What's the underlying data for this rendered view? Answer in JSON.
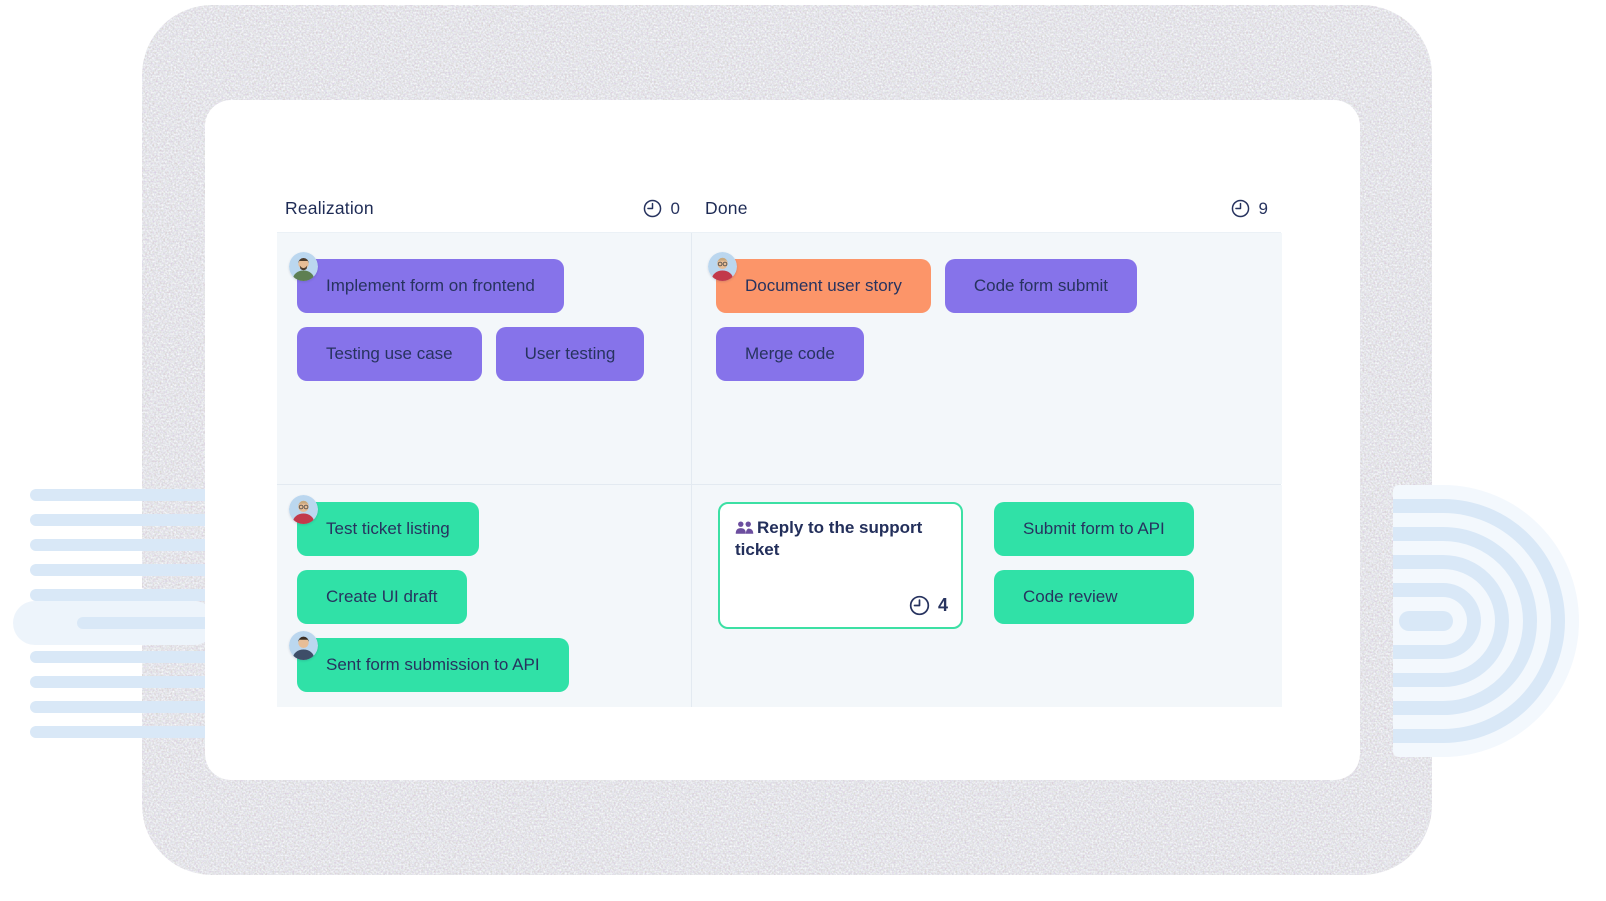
{
  "board": {
    "columns": [
      {
        "title": "Realization",
        "count": "0",
        "count_icon": "clock-icon",
        "lanes": [
          {
            "rows": [
              [
                {
                  "label": "Implement form on frontend",
                  "color": "purple",
                  "avatar": "man-green-shirt"
                }
              ],
              [
                {
                  "label": "Testing use case",
                  "color": "purple"
                },
                {
                  "label": "User testing",
                  "color": "purple"
                }
              ]
            ]
          },
          {
            "rows": [
              [
                {
                  "label": "Test ticket listing",
                  "color": "green",
                  "avatar": "man-red-shirt"
                }
              ],
              [
                {
                  "label": "Create UI draft",
                  "color": "green"
                }
              ],
              [
                {
                  "label": "Sent form submission to API",
                  "color": "green",
                  "avatar": "man-dark-shirt"
                }
              ]
            ]
          }
        ]
      },
      {
        "title": "Done",
        "count": "9",
        "count_icon": "clock-icon",
        "lanes": [
          {
            "rows": [
              [
                {
                  "label": "Document user story",
                  "color": "orange",
                  "avatar": "man-red-shirt"
                },
                {
                  "label": "Code form submit",
                  "color": "purple"
                }
              ],
              [
                {
                  "label": "Merge code",
                  "color": "purple"
                }
              ]
            ]
          },
          {
            "ticket": {
              "title": "Reply to the support ticket",
              "hours": "4",
              "title_icon": "people-icon",
              "hours_icon": "clock-icon"
            },
            "stack": [
              {
                "label": "Submit form to API",
                "color": "green"
              },
              {
                "label": "Code review",
                "color": "green"
              }
            ]
          }
        ]
      }
    ]
  },
  "colors": {
    "card_purple": "#8673EA",
    "card_green": "#30E1A7",
    "card_orange": "#FC9569",
    "text_navy": "#27335F",
    "header_navy": "#1E2B55",
    "ticket_border_green": "#3CE0A4",
    "people_icon_purple": "#6C4E9F",
    "cell_background": "#F3F7FA",
    "cell_divider": "#E3EAF1",
    "deco_stripe_blue": "#D9E8F7",
    "deco_stripe_light": "#F3F8FD"
  }
}
